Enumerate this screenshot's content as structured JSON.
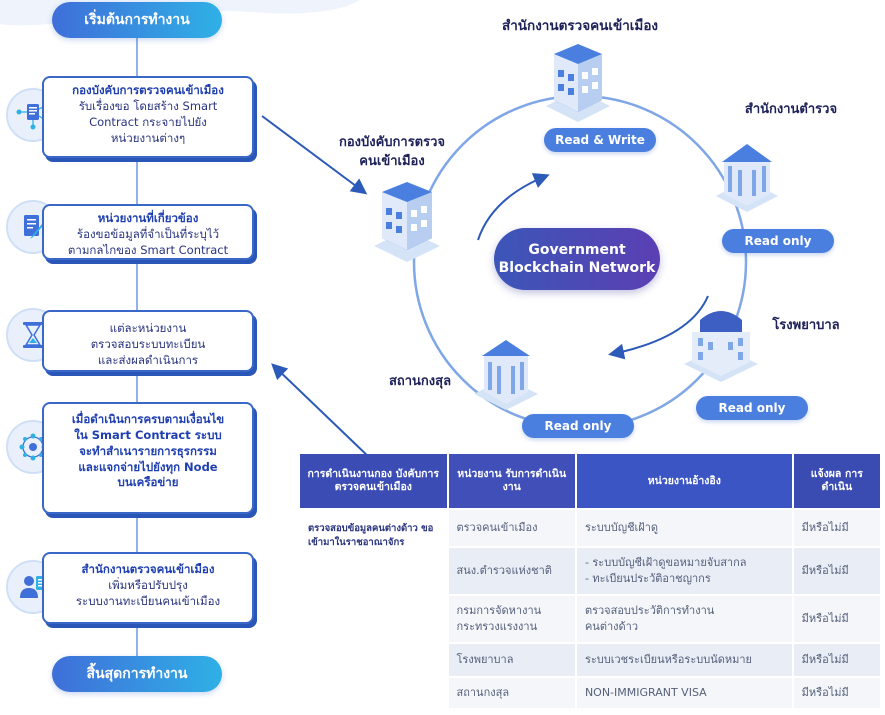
{
  "process": {
    "start": "เริ่มต้นการทำงาน",
    "end": "สิ้นสุดการทำงาน",
    "steps": [
      {
        "line1": "กองบังคับการตรวจคนเข้าเมือง",
        "line2": "รับเรื่องขอ โดยสร้าง Smart",
        "line3": "Contract กระจายไปยัง",
        "line4": "หน่วยงานต่างๆ",
        "icon": "network-document-icon"
      },
      {
        "line1": "หน่วยงานที่เกี่ยวข้อง",
        "line2": "ร้องขอข้อมูลที่จำเป็นที่ระบุไว้",
        "line3": "ตามกลไกของ Smart Contract",
        "icon": "edit-document-icon"
      },
      {
        "line1": "แต่ละหน่วยงาน",
        "line2": "ตรวจสอบระบบทะเบียน",
        "line3": "และส่งผลดำเนินการ",
        "icon": "hourglass-icon"
      },
      {
        "line1": "เมื่อดำเนินการครบตามเงื่อนไข",
        "line2": "ใน Smart Contract ระบบ",
        "line3": "จะทำสำเนารายการธุรกรรม",
        "line4": "และแจกจ่ายไปยังทุก Node",
        "line5": "บนเครือข่าย",
        "icon": "node-network-icon"
      },
      {
        "line1": "สำนักงานตรวจคนเข้าเมือง",
        "line2": "เพิ่มหรือปรับปรุง",
        "line3": "ระบบงานทะเบียนคนเข้าเมือง",
        "icon": "user-register-icon"
      }
    ]
  },
  "network": {
    "center_line1": "Government",
    "center_line2": "Blockchain Network",
    "nodes": [
      {
        "label": "สำนักงานตรวจคนเข้าเมือง",
        "access": "Read & Write"
      },
      {
        "label": "สำนักงานตำรวจ",
        "access": "Read only"
      },
      {
        "label": "โรงพยาบาล",
        "access": "Read only"
      },
      {
        "label": "สถานกงสุล",
        "access": "Read only"
      },
      {
        "label_line1": "กองบังคับการตรวจ",
        "label_line2": "คนเข้าเมือง"
      }
    ]
  },
  "table": {
    "headers": {
      "col1": "การดำเนินงานกอง บังคับการ ตรวจคนเข้าเมือง",
      "col2": "หน่วยงาน รับการดำเนินงาน",
      "col3": "หน่วยงานอ้างอิง",
      "col4": "แจ้งผล การดำเนิน"
    },
    "first_cell": "ตรวจสอบข้อมูลคนต่างด้าว ขอเข้ามาในราชอาณาจักร",
    "rows": [
      {
        "agency": "ตรวจคนเข้าเมือง",
        "ref": "ระบบบัญชีเฝ้าดู",
        "result": "มีหรือไม่มี"
      },
      {
        "agency": "สนง.ตำรวจแห่งชาติ",
        "ref": "- ระบบบัญชีเฝ้าดูขอหมายจับสากล",
        "ref2": "- ทะเบียนประวัติอาชญากร",
        "result": "มีหรือไม่มี"
      },
      {
        "agency": "กรมการจัดหางาน",
        "agency2": "กระทรวงแรงงาน",
        "ref": "ตรวจสอบประวัติการทำงาน",
        "ref2": "คนต่างด้าว",
        "result": "มีหรือไม่มี"
      },
      {
        "agency": "โรงพยาบาล",
        "ref": "ระบบเวชระเบียนหรือระบบนัดหมาย",
        "result": "มีหรือไม่มี"
      },
      {
        "agency": "สถานกงสุล",
        "ref": "NON-IMMIGRANT VISA",
        "result": "มีหรือไม่มี"
      }
    ]
  },
  "colors": {
    "primary": "#3a68c9",
    "accent": "#2fb0e6",
    "dark": "#1d2157",
    "ring": "#7fa6e6"
  }
}
